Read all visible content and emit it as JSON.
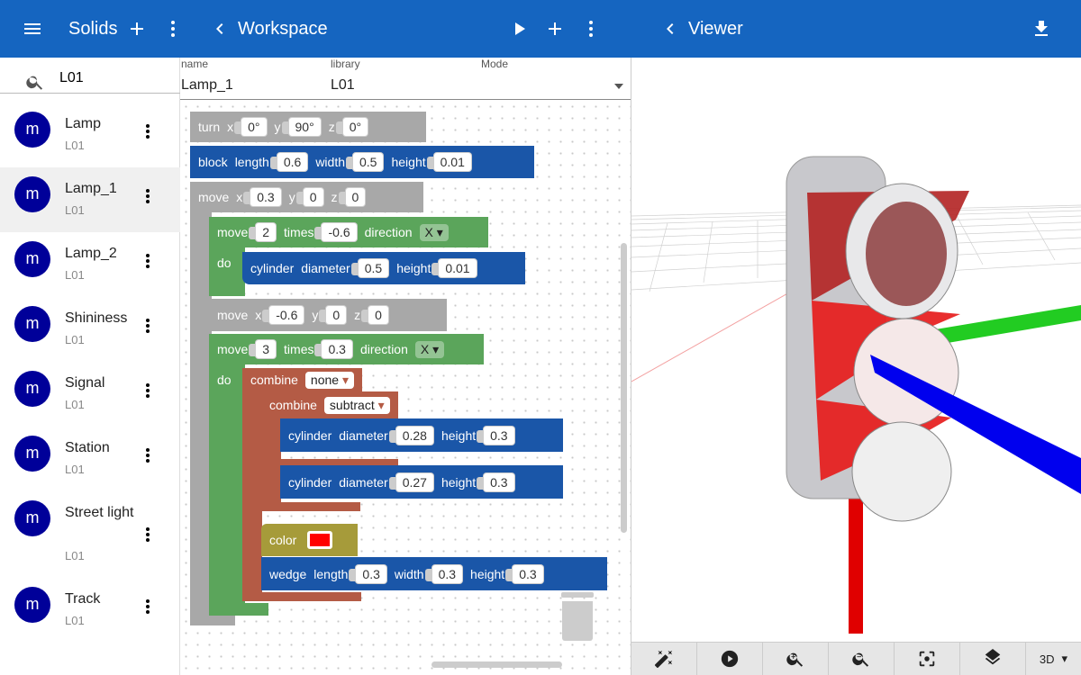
{
  "left_panel": {
    "title": "Solids",
    "search_value": "L01",
    "items": [
      {
        "avatar": "m",
        "name": "Lamp",
        "library": "L01"
      },
      {
        "avatar": "m",
        "name": "Lamp_1",
        "library": "L01"
      },
      {
        "avatar": "m",
        "name": "Lamp_2",
        "library": "L01"
      },
      {
        "avatar": "m",
        "name": "Shininess",
        "library": "L01"
      },
      {
        "avatar": "m",
        "name": "Signal",
        "library": "L01"
      },
      {
        "avatar": "m",
        "name": "Station",
        "library": "L01"
      },
      {
        "avatar": "m",
        "name": "Street light",
        "library": "L01"
      },
      {
        "avatar": "m",
        "name": "Track",
        "library": "L01"
      }
    ],
    "selected_item": "Lamp_1"
  },
  "workspace": {
    "title": "Workspace",
    "fields": {
      "name_label": "name",
      "name_value": "Lamp_1",
      "library_label": "library",
      "library_value": "L01",
      "mode_label": "Mode",
      "mode_value": ""
    },
    "blocks": {
      "turn": {
        "label": "turn",
        "x_lbl": "x",
        "x": "0°",
        "y_lbl": "y",
        "y": "90°",
        "z_lbl": "z",
        "z": "0°"
      },
      "block": {
        "label": "block",
        "length_lbl": "length",
        "length": "0.6",
        "width_lbl": "width",
        "width": "0.5",
        "height_lbl": "height",
        "height": "0.01"
      },
      "move1": {
        "label": "move",
        "x_lbl": "x",
        "x": "0.3",
        "y_lbl": "y",
        "y": "0",
        "z_lbl": "z",
        "z": "0"
      },
      "repeat1": {
        "label": "move",
        "count": "2",
        "times_lbl": "times",
        "step": "-0.6",
        "direction_lbl": "direction",
        "direction": "X",
        "do_lbl": "do"
      },
      "cyl1": {
        "label": "cylinder",
        "diameter_lbl": "diameter",
        "diameter": "0.5",
        "height_lbl": "height",
        "height": "0.01"
      },
      "move2": {
        "label": "move",
        "x_lbl": "x",
        "x": "-0.6",
        "y_lbl": "y",
        "y": "0",
        "z_lbl": "z",
        "z": "0"
      },
      "repeat2": {
        "label": "move",
        "count": "3",
        "times_lbl": "times",
        "step": "0.3",
        "direction_lbl": "direction",
        "direction": "X",
        "do_lbl": "do"
      },
      "combine1": {
        "label": "combine",
        "mode": "none"
      },
      "combine2": {
        "label": "combine",
        "mode": "subtract"
      },
      "cyl2": {
        "label": "cylinder",
        "diameter_lbl": "diameter",
        "diameter": "0.28",
        "height_lbl": "height",
        "height": "0.3"
      },
      "cyl3": {
        "label": "cylinder",
        "diameter_lbl": "diameter",
        "diameter": "0.27",
        "height_lbl": "height",
        "height": "0.3"
      },
      "color": {
        "label": "color",
        "value": "#ff0000"
      },
      "wedge": {
        "label": "wedge",
        "length_lbl": "length",
        "length": "0.3",
        "width_lbl": "width",
        "width": "0.3",
        "height_lbl": "height",
        "height": "0.3"
      }
    }
  },
  "viewer": {
    "title": "Viewer",
    "view_mode": "3D",
    "toolbar_icons": [
      "magic-wand-icon",
      "play-circle-icon",
      "zoom-in-icon",
      "zoom-out-icon",
      "fit-view-icon",
      "layers-icon"
    ]
  },
  "colors": {
    "app_bar": "#1565c0",
    "avatar": "#000099",
    "block_grey": "#a8a8a8",
    "block_blue": "#1a56a8",
    "block_green": "#5ba55b",
    "block_brown": "#b45b45",
    "block_olive": "#a69b3a"
  }
}
